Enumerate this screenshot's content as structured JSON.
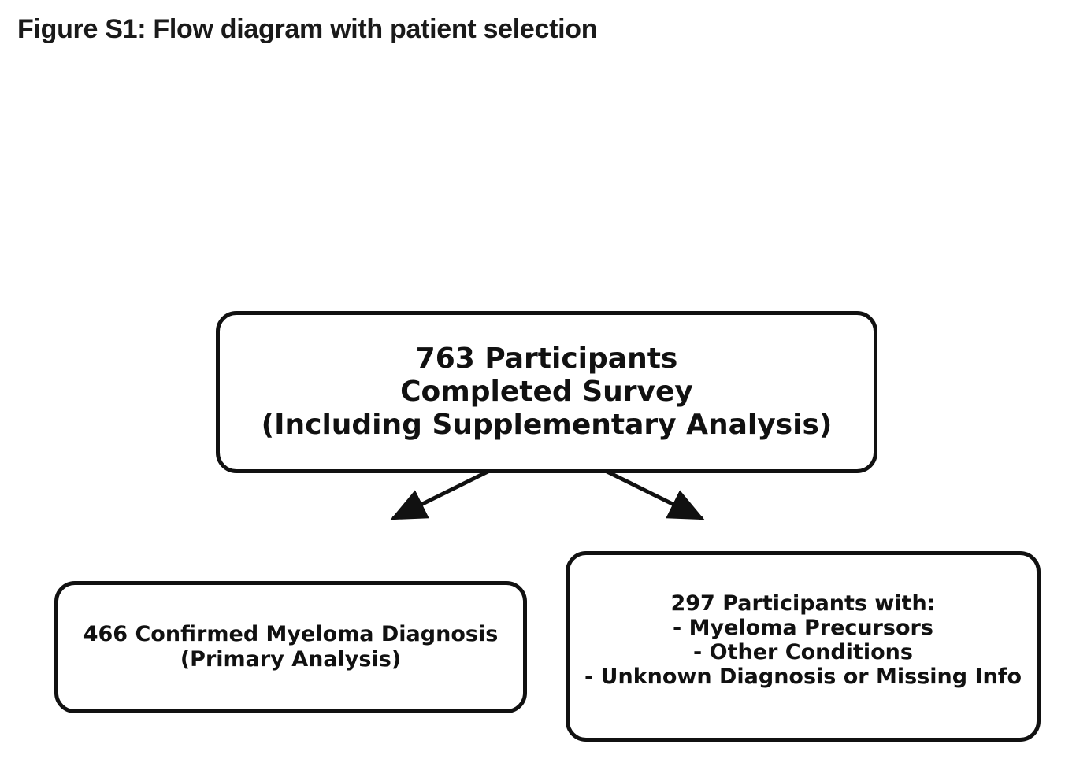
{
  "figure": {
    "title": "Figure S1: Flow diagram with patient selection"
  },
  "nodes": {
    "top": {
      "lines": [
        "763 Participants",
        "Completed Survey",
        "(Including Supplementary Analysis)"
      ]
    },
    "left": {
      "lines": [
        "466 Confirmed Myeloma Diagnosis",
        "(Primary Analysis)"
      ]
    },
    "right": {
      "lines": [
        "297 Participants with:",
        "- Myeloma Precursors",
        "- Other Conditions",
        "- Unknown Diagnosis or Missing Info"
      ]
    }
  },
  "edges": [
    {
      "from": "top",
      "to": "left"
    },
    {
      "from": "top",
      "to": "right"
    }
  ],
  "colors": {
    "stroke": "#111111",
    "background": "#ffffff"
  }
}
